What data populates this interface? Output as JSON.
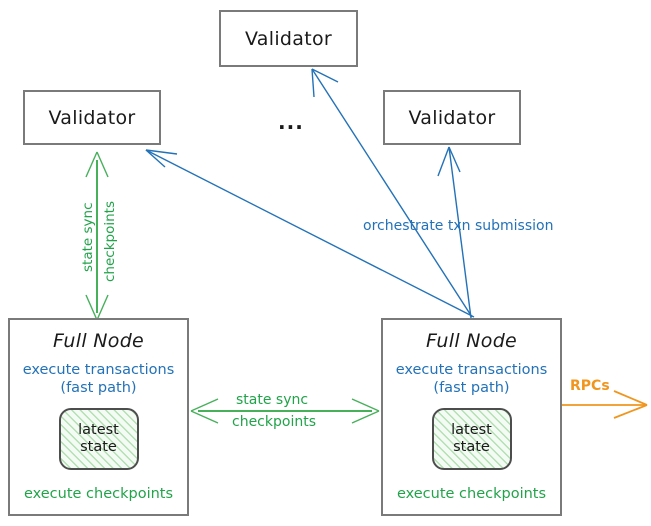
{
  "diagram": {
    "title": "Sui network topology: validators, full nodes, state sync and RPCs",
    "colors": {
      "blue": "#2372b8",
      "green": "#22a34a",
      "orange": "#f0961e",
      "box_border": "#7a7a7a",
      "text": "#1a1a1a",
      "state_fill": "#f4fbf4"
    },
    "nodes": {
      "validator_top": {
        "label": "Validator"
      },
      "validator_left": {
        "label": "Validator"
      },
      "validator_right": {
        "label": "Validator"
      },
      "ellipsis": {
        "label": "..."
      },
      "fullnode_left": {
        "title": "Full Node",
        "subtitle_line1": "execute transactions",
        "subtitle_line2": "(fast path)",
        "state_line1": "latest",
        "state_line2": "state",
        "footer": "execute checkpoints"
      },
      "fullnode_right": {
        "title": "Full Node",
        "subtitle_line1": "execute transactions",
        "subtitle_line2": "(fast path)",
        "state_line1": "latest",
        "state_line2": "state",
        "footer": "execute checkpoints"
      }
    },
    "edges": {
      "state_sync_vertical": {
        "line1": "state sync",
        "line2": "checkpoints",
        "color": "#22a34a",
        "direction": "bidirectional"
      },
      "state_sync_horizontal": {
        "line1": "state sync",
        "line2": "checkpoints",
        "color": "#22a34a",
        "direction": "bidirectional"
      },
      "orchestrate": {
        "label": "orchestrate txn submission",
        "color": "#2372b8",
        "direction": "fullnode-to-validators"
      },
      "rpcs": {
        "label": "RPCs",
        "color": "#f0961e",
        "direction": "outbound"
      }
    }
  }
}
